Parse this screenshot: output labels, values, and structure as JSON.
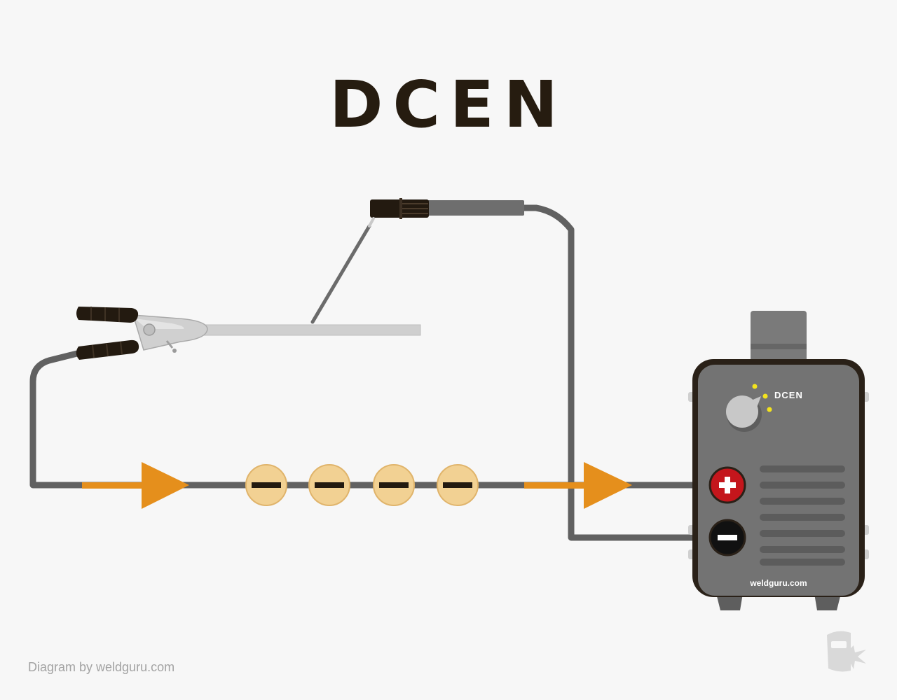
{
  "title": "DCEN",
  "credit": "Diagram by weldguru.com",
  "machine": {
    "mode_label": "DCEN",
    "brand_label": "weldguru.com",
    "positive_terminal": "+",
    "negative_terminal": "−"
  },
  "electron_symbol": "−",
  "colors": {
    "background": "#f7f7f7",
    "title": "#261c10",
    "cable": "#616161",
    "arrow": "#e58f1c",
    "electron": "#f2d193",
    "machine_body": "#737373",
    "positive_terminal": "#c4161c",
    "negative_terminal": "#111111",
    "indicator_dots": "#f3e31d"
  }
}
